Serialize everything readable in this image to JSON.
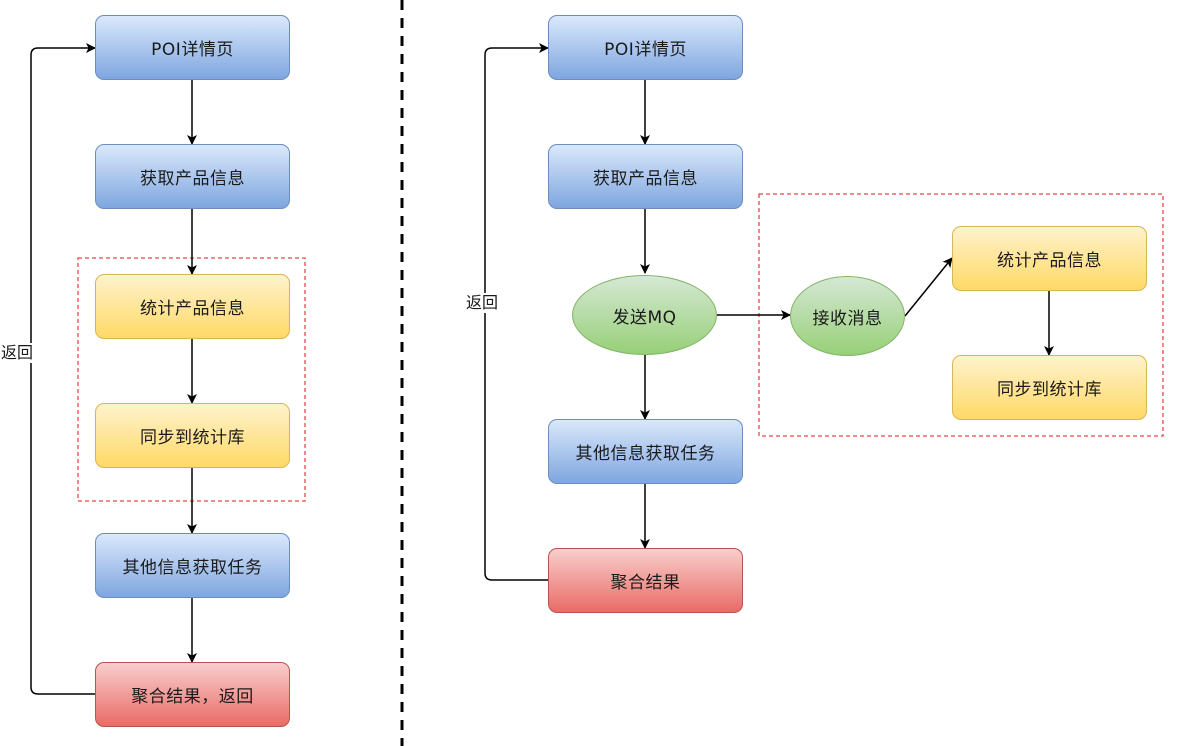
{
  "left": {
    "poi": "POI详情页",
    "fetch": "获取产品信息",
    "stat": "统计产品信息",
    "sync": "同步到统计库",
    "other": "其他信息获取任务",
    "aggregate": "聚合结果，返回",
    "return_label": "返回"
  },
  "right": {
    "poi": "POI详情页",
    "fetch": "获取产品信息",
    "send_mq": "发送MQ",
    "receive": "接收消息",
    "stat": "统计产品信息",
    "sync": "同步到统计库",
    "other": "其他信息获取任务",
    "aggregate": "聚合结果",
    "return_label": "返回"
  },
  "colors": {
    "blue_fill": "#7ea6e0",
    "yellow_fill": "#ffd966",
    "red_fill": "#ea6b66",
    "green_fill": "#97d077",
    "highlight_border": "#e8474a"
  }
}
